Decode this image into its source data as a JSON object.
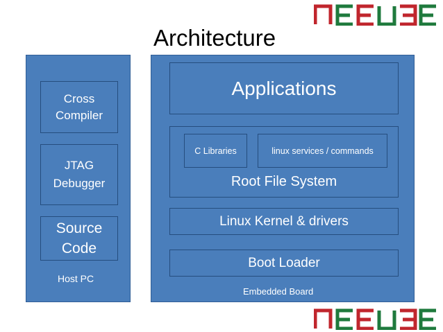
{
  "logo": {
    "text": "NEEVEE"
  },
  "title": "Architecture",
  "host": {
    "label": "Host PC",
    "items": [
      {
        "label": "Cross\nCompiler"
      },
      {
        "label": "JTAG\nDebugger"
      },
      {
        "label": "Source\nCode"
      }
    ]
  },
  "board": {
    "label": "Embedded Board",
    "applications": "Applications",
    "rootfs": {
      "label": "Root File System",
      "c_libraries": "C Libraries",
      "linux_services": "linux services / commands"
    },
    "kernel": "Linux Kernel & drivers",
    "bootloader": "Boot Loader"
  },
  "colors": {
    "box_fill": "#4a7ebb",
    "box_border": "#254d7e",
    "logo_red": "#c0262d",
    "logo_green": "#1f7a3d"
  }
}
